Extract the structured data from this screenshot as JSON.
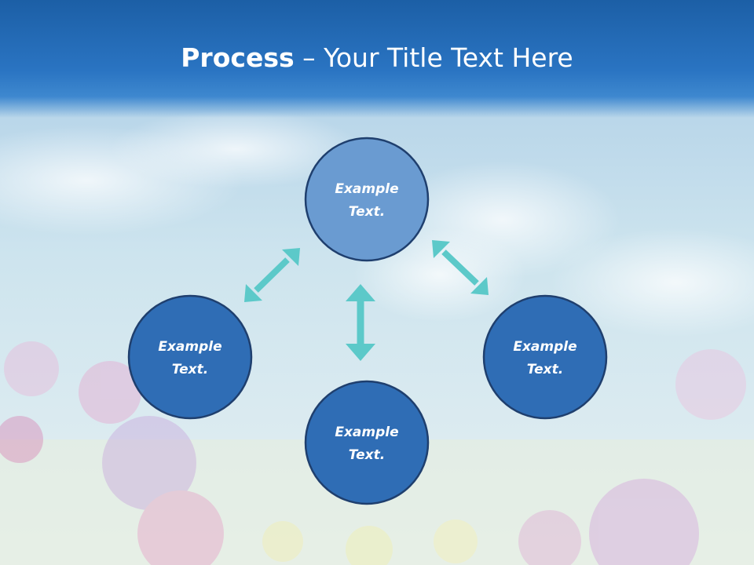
{
  "slide": {
    "title_bold": "Process",
    "title_dash": " – ",
    "title_rest": "Your Title Text Here"
  },
  "nodes": [
    {
      "id": "top",
      "line1": "Example",
      "line2": "Text."
    },
    {
      "id": "left",
      "line1": "Example",
      "line2": "Text."
    },
    {
      "id": "right",
      "line1": "Example",
      "line2": "Text."
    },
    {
      "id": "bottom",
      "line1": "Example",
      "line2": "Text."
    }
  ],
  "colors": {
    "node_top_fill": "#6a9bd1",
    "node_fill": "#2f6db5",
    "node_stroke": "#1f3f6e",
    "arrow": "#5cc9c9"
  }
}
